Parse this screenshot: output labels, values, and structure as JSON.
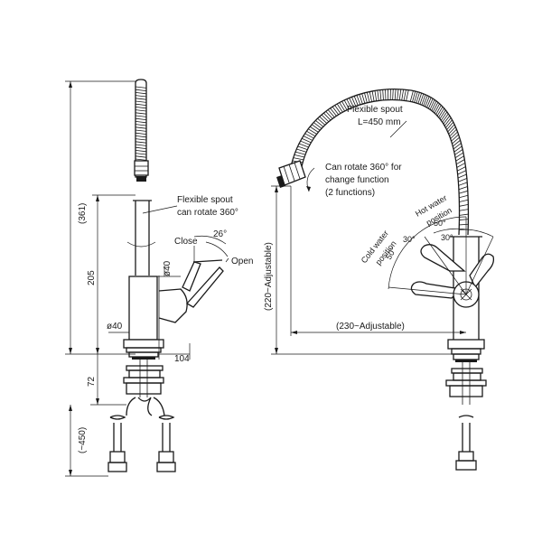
{
  "left_view": {
    "dims": {
      "total_height": "(361)",
      "body_height": "205",
      "shank": "72",
      "hose": "(~450)",
      "base_dia": "ø40",
      "spout_dia": "ø40",
      "reach": "104"
    },
    "labels": {
      "flex_spout_1": "Flexible spout",
      "flex_spout_2": "can rotate 360°",
      "close": "Close",
      "open": "Open",
      "angle": "26°"
    }
  },
  "right_view": {
    "dims": {
      "height_adjustable": "(220~Adjustable)",
      "reach_adjustable": "(230~Adjustable)"
    },
    "labels": {
      "flex_spout_1": "Flexible spout",
      "flex_spout_2": "L=450 mm",
      "rotate_1": "Can rotate 360° for",
      "rotate_2": "change function",
      "rotate_3": "(2 functions)",
      "hot_1": "Hot water",
      "hot_2": "position",
      "hot_angle": "50°",
      "hot_angle_2": "30°",
      "cold_1": "Cold water",
      "cold_2": "position",
      "cold_angle": "30°",
      "cold_angle_2": "50°"
    }
  }
}
